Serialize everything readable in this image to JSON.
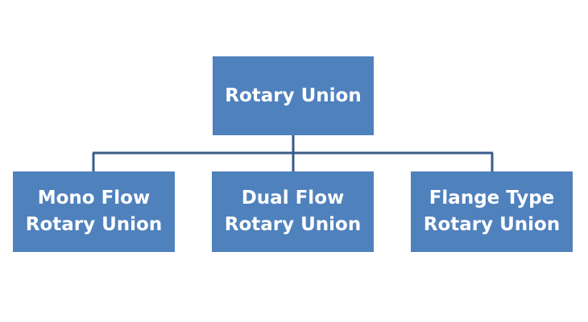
{
  "colors": {
    "node_fill": "#4f81bd",
    "node_text": "#ffffff",
    "connector": "#385d8a",
    "background": "#ffffff"
  },
  "diagram": {
    "root": {
      "label": "Rotary Union"
    },
    "children": [
      {
        "line1": "Mono Flow",
        "line2": "Rotary Union"
      },
      {
        "line1": "Dual Flow",
        "line2": "Rotary Union"
      },
      {
        "line1": "Flange Type",
        "line2": "Rotary Union"
      }
    ]
  }
}
